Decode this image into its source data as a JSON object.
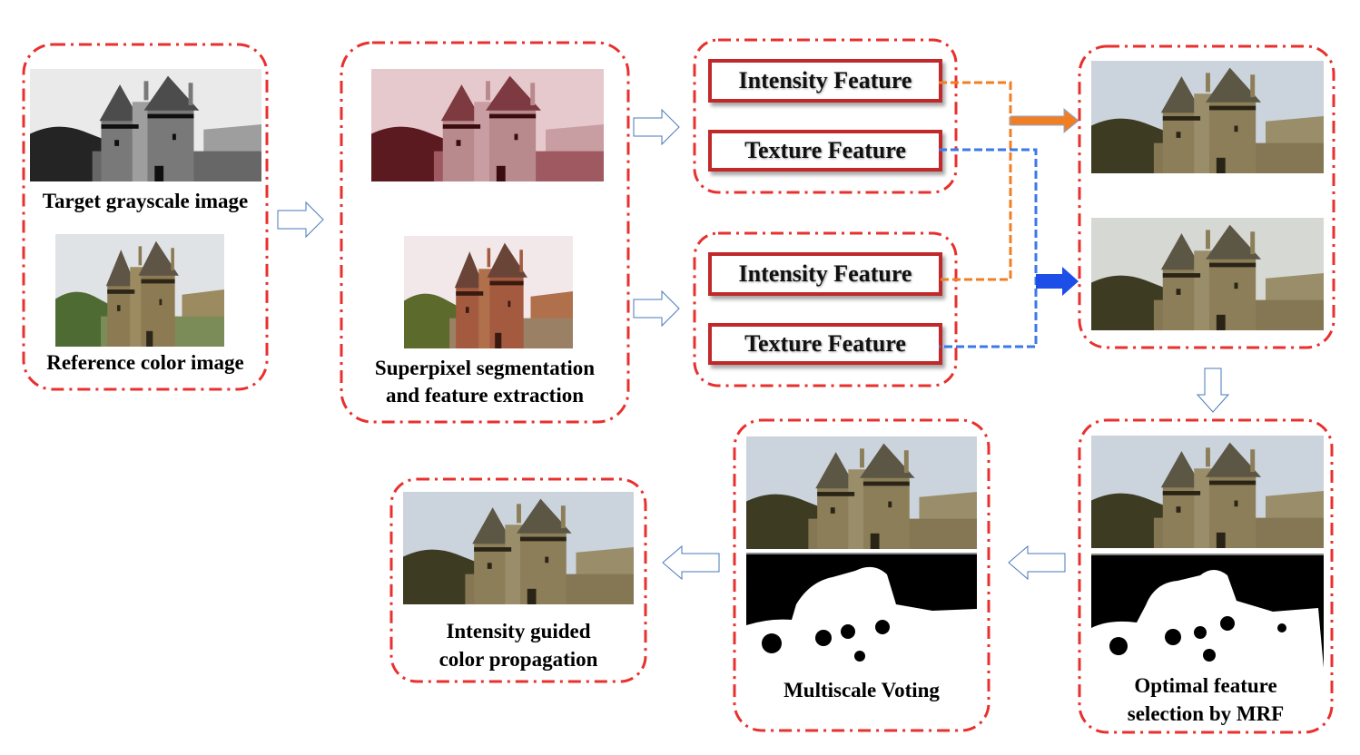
{
  "stages": {
    "input": {
      "target_label": "Target grayscale image",
      "reference_label": "Reference color image"
    },
    "superpixel": {
      "label_line1": "Superpixel segmentation",
      "label_line2": "and feature extraction"
    },
    "features_target": {
      "intensity": "Intensity Feature",
      "texture": "Texture Feature"
    },
    "features_reference": {
      "intensity": "Intensity Feature",
      "texture": "Texture Feature"
    },
    "candidates": {
      "description": "Colorized results from intensity and texture features"
    },
    "mrf": {
      "label_line1": "Optimal feature",
      "label_line2": "selection by MRF"
    },
    "voting": {
      "label": "Multiscale Voting"
    },
    "propagation": {
      "label_line1": "Intensity guided",
      "label_line2": "color propagation"
    }
  },
  "colors": {
    "frame": "#e8302e",
    "feature_border": "#c0282a",
    "block_arrow": "#6f9fd6",
    "intensity_line": "#f07f24",
    "texture_line": "#3b78e8",
    "texture_arrow": "#1d4fe8"
  }
}
